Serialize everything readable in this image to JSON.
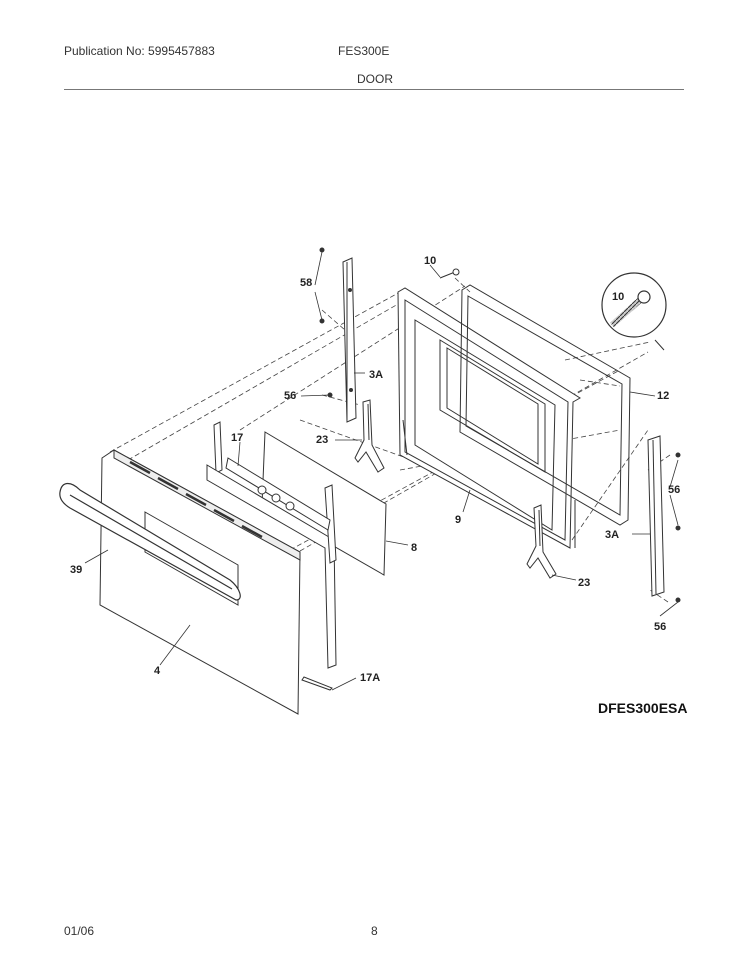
{
  "header": {
    "publication": "Publication No: 5995457883",
    "model": "FES300E",
    "section": "DOOR"
  },
  "diagram_code": "DFES300ESA",
  "footer": {
    "date": "01/06",
    "page": "8"
  },
  "callouts": {
    "c58": "58",
    "c10": "10",
    "c10_detail": "10",
    "c3a_left": "3A",
    "c56_left": "56",
    "c12": "12",
    "c23_left": "23",
    "c17": "17",
    "c56_right": "56",
    "c9": "9",
    "c3a_right": "3A",
    "c8": "8",
    "c39": "39",
    "c23_right": "23",
    "c56_bottom": "56",
    "c4": "4",
    "c17a": "17A"
  }
}
